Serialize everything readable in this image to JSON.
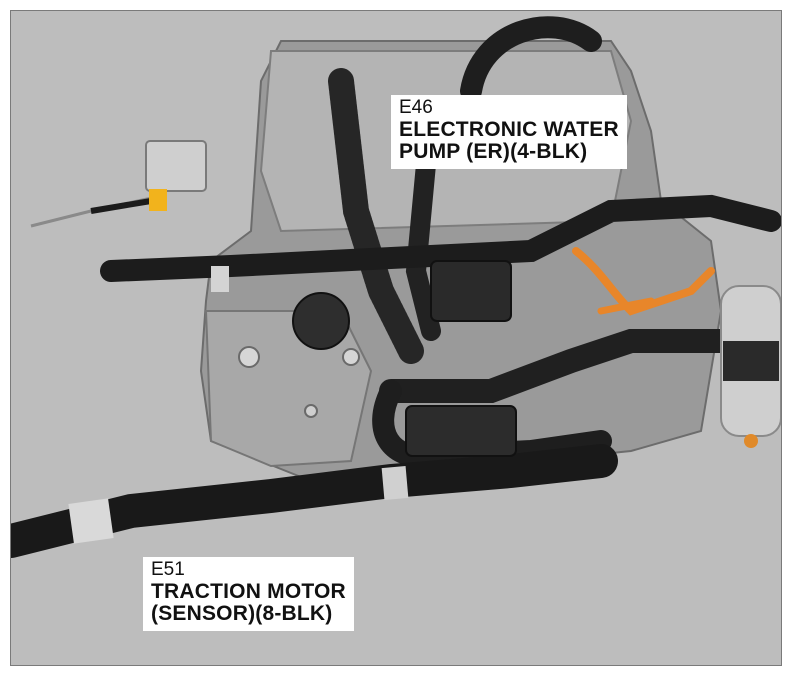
{
  "callouts": [
    {
      "code": "E46",
      "description": "ELECTRONIC WATER\nPUMP (ER)(4-BLK)"
    },
    {
      "code": "E51",
      "description": "TRACTION MOTOR\n(SENSOR)(8-BLK)"
    }
  ],
  "colors": {
    "background": "#bdbdbd",
    "hose": "#1e1e1e",
    "engine_block": "#9c9c9c",
    "orange_wire": "#e8862a",
    "yellow_clamp": "#f2b31c"
  }
}
